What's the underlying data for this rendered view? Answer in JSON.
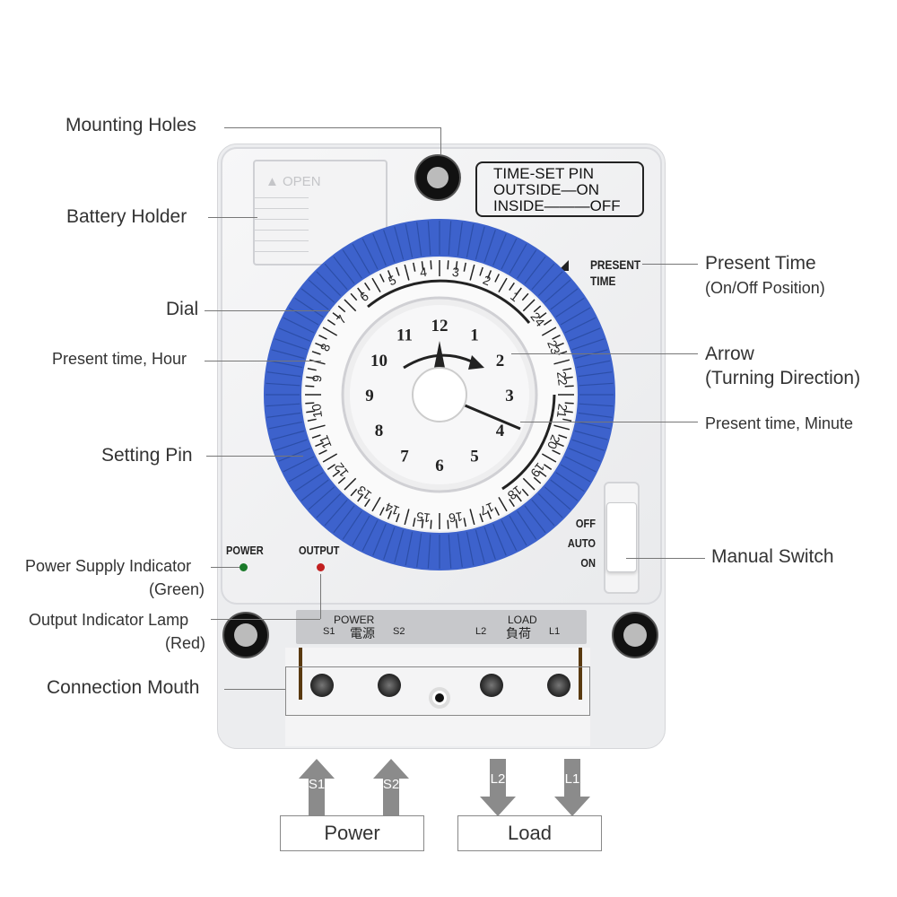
{
  "labels": {
    "mounting_holes": "Mounting Holes",
    "battery_holder": "Battery Holder",
    "dial": "Dial",
    "present_time_hour": "Present time, Hour",
    "setting_pin": "Setting Pin",
    "power_supply_indicator": "Power Supply Indicator",
    "power_supply_indicator_note": "(Green)",
    "output_indicator_lamp": "Output Indicator Lamp",
    "output_indicator_lamp_note": "(Red)",
    "connection_mouth": "Connection Mouth",
    "present_time": "Present Time",
    "present_time_note": "(On/Off Position)",
    "arrow": "Arrow",
    "arrow_note": "(Turning Direction)",
    "present_time_minute": "Present time, Minute",
    "manual_switch": "Manual Switch"
  },
  "device": {
    "battery_open": "▲ OPEN",
    "pin_box": [
      "TIME-SET  PIN",
      "OUTSIDE—ON",
      "INSIDE———OFF"
    ],
    "present_time_mark": [
      "PRESENT",
      "TIME"
    ],
    "switch_positions": [
      "OFF",
      "AUTO",
      "ON"
    ],
    "power_led": "POWER",
    "output_led": "OUTPUT",
    "strip": {
      "power": "POWER",
      "power_cn": "電源",
      "s1": "S1",
      "s2": "S2",
      "load": "LOAD",
      "load_cn": "負荷",
      "l2": "L2",
      "l1": "L1"
    },
    "dial_24h": [
      "1",
      "2",
      "3",
      "4",
      "5",
      "6",
      "7",
      "8",
      "9",
      "10",
      "11",
      "12",
      "13",
      "14",
      "15",
      "16",
      "17",
      "18",
      "19",
      "20",
      "21",
      "22",
      "23",
      "24"
    ],
    "dial_12h": [
      "1",
      "2",
      "3",
      "4",
      "5",
      "6",
      "7",
      "8",
      "9",
      "10",
      "11",
      "12"
    ],
    "colors": {
      "ring": "#3d62cc",
      "power_led": "#1a7a2a",
      "output_led": "#c22020"
    }
  },
  "bottom": {
    "arrows": [
      "S1",
      "S2",
      "L2",
      "L1"
    ],
    "power_box": "Power",
    "load_box": "Load"
  }
}
